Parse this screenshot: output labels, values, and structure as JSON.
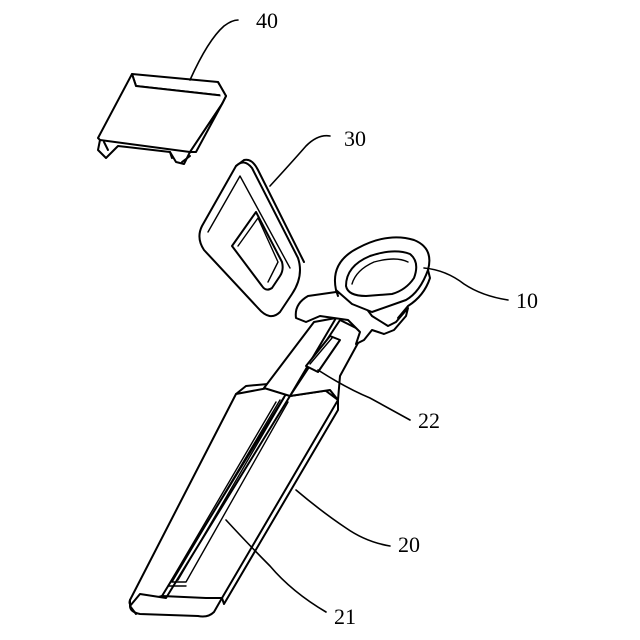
{
  "diagram": {
    "reference_numerals": {
      "cap": "40",
      "frame": "30",
      "ring_blade": "10",
      "slot": "22",
      "sleeve": "20",
      "groove": "21"
    }
  }
}
